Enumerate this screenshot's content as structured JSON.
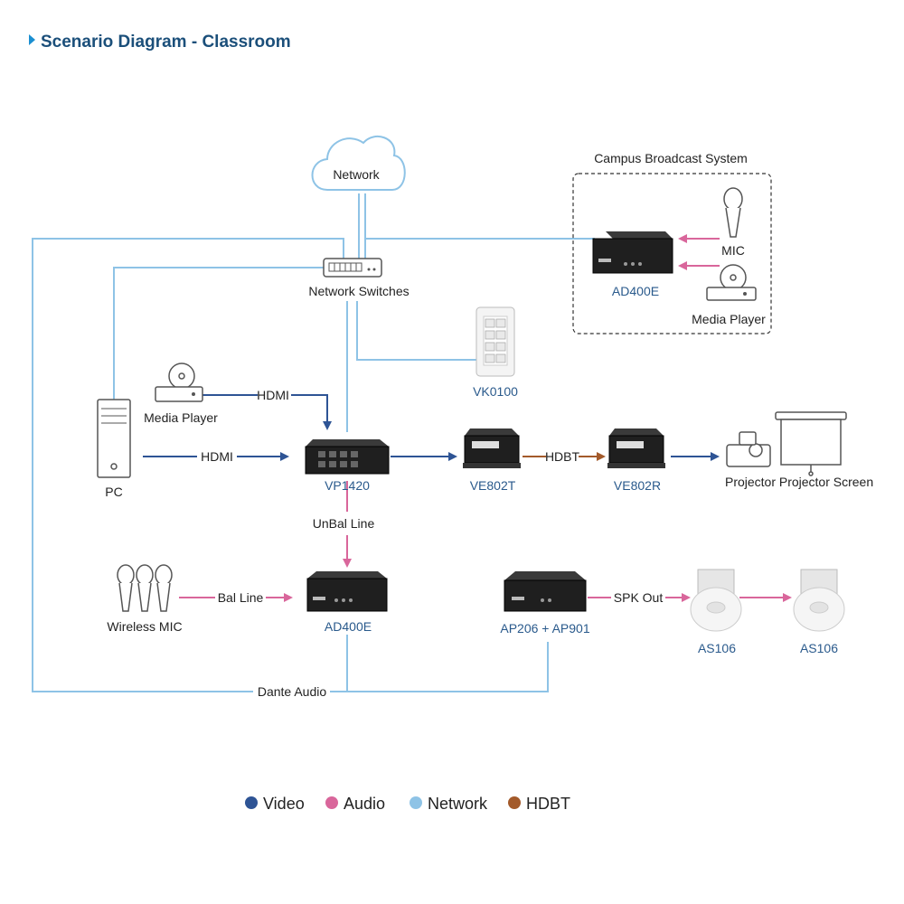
{
  "title": "Scenario Diagram - Classroom",
  "nodes": {
    "network": "Network",
    "campus_group": "Campus Broadcast System",
    "network_switches": "Network Switches",
    "ad400e_top": "AD400E",
    "mic": "MIC",
    "media_player_top": "Media Player",
    "vk0100": "VK0100",
    "media_player_left": "Media Player",
    "pc": "PC",
    "vp1420": "VP1420",
    "ve802t": "VE802T",
    "ve802r": "VE802R",
    "projector": "Projector",
    "projector_screen": "Projector Screen",
    "wireless_mic": "Wireless MIC",
    "ad400e_bottom": "AD400E",
    "ap206": "AP206 + AP901",
    "as106_a": "AS106",
    "as106_b": "AS106"
  },
  "edges": {
    "hdmi_media": "HDMI",
    "hdmi_pc": "HDMI",
    "hdbt": "HDBT",
    "unbal": "UnBal Line",
    "bal": "Bal Line",
    "spk": "SPK Out",
    "dante": "Dante Audio"
  },
  "legend": [
    {
      "label": "Video",
      "color": "#2e5495"
    },
    {
      "label": "Audio",
      "color": "#d9669b"
    },
    {
      "label": "Network",
      "color": "#8ec3e6"
    },
    {
      "label": "HDBT",
      "color": "#a35a2a"
    }
  ]
}
